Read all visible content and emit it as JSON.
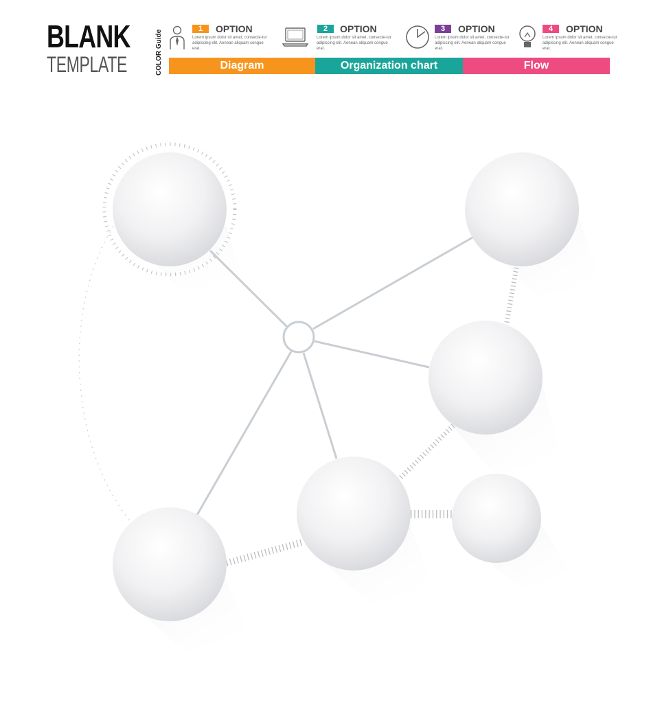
{
  "header": {
    "title_main": "BLANK",
    "title_sub": "TEMPLATE",
    "color_guide_label": "COLOR Guide"
  },
  "options": [
    {
      "number": "1",
      "title": "OPTION",
      "icon": "businessman-icon",
      "color": "#f7941d",
      "description": "Lorem ipsum dolor sit amet, consecte-tur adipiscing elit. Aenean aliquam congue erat."
    },
    {
      "number": "2",
      "title": "OPTION",
      "icon": "laptop-icon",
      "color": "#1aa59a",
      "description": "Lorem ipsum dolor sit amet, consecte-tur adipiscing elit. Aenean aliquam congue erat."
    },
    {
      "number": "3",
      "title": "OPTION",
      "icon": "clock-icon",
      "color": "#7b3f98",
      "description": "Lorem ipsum dolor sit amet, consecte-tur adipiscing elit. Aenean aliquam congue erat."
    },
    {
      "number": "4",
      "title": "OPTION",
      "icon": "lightbulb-icon",
      "color": "#ee4b80",
      "description": "Lorem ipsum dolor sit amet, consecte-tur adipiscing elit. Aenean aliquam congue erat."
    }
  ],
  "category_bar": [
    {
      "label": "Diagram",
      "color": "#f7941d"
    },
    {
      "label": "Organization chart",
      "color": "#1aa59a"
    },
    {
      "label": "Flow",
      "color": "#ee4b80"
    }
  ],
  "diagram": {
    "line_color": "#c9ced3",
    "hub_color": "#c9ced3",
    "sphere_color": "#f1f1f3"
  }
}
